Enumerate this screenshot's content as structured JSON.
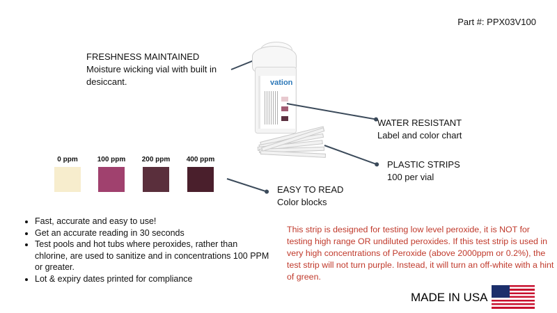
{
  "part_number": "Part #: PPX03V100",
  "callouts": {
    "freshness": {
      "title": "FRESHNESS MAINTAINED",
      "body_1": "Moisture wicking vial with built in",
      "body_2": "desiccant."
    },
    "water": {
      "title": "WATER RESISTANT",
      "body": "Label and color chart"
    },
    "plastic": {
      "title": "PLASTIC STRIPS",
      "body": "100 per vial"
    },
    "easy": {
      "title": "EASY TO READ",
      "body": "Color blocks"
    }
  },
  "vial": {
    "brand": "vation"
  },
  "color_blocks": [
    {
      "label": "0 ppm",
      "color": "#f7edcd"
    },
    {
      "label": "100 ppm",
      "color": "#a0416e"
    },
    {
      "label": "200 ppm",
      "color": "#5a2f3c"
    },
    {
      "label": "400 ppm",
      "color": "#4a1f2c"
    }
  ],
  "features": [
    "Fast, accurate and easy to use!",
    "Get an accurate reading in 30 seconds",
    "Test pools and hot tubs where peroxides, rather than chlorine, are used to sanitize and in concentrations 100 PPM or greater.",
    "Lot & expiry dates printed for compliance"
  ],
  "warning": "This strip is designed for testing low level peroxide, it is NOT for testing high range OR undiluted peroxides. If this test strip is used in very high concentrations of Peroxide (above 2000ppm or 0.2%), the test strip will not turn purple. Instead, it will turn an off-white with a hint of green.",
  "made_in": "MADE IN USA",
  "colors": {
    "warning": "#c0392b",
    "leader": "#3b4a5a",
    "flag_red": "#c8102e",
    "flag_blue": "#1c2f6b"
  },
  "icons": {
    "flag": "usa-flag-icon"
  }
}
